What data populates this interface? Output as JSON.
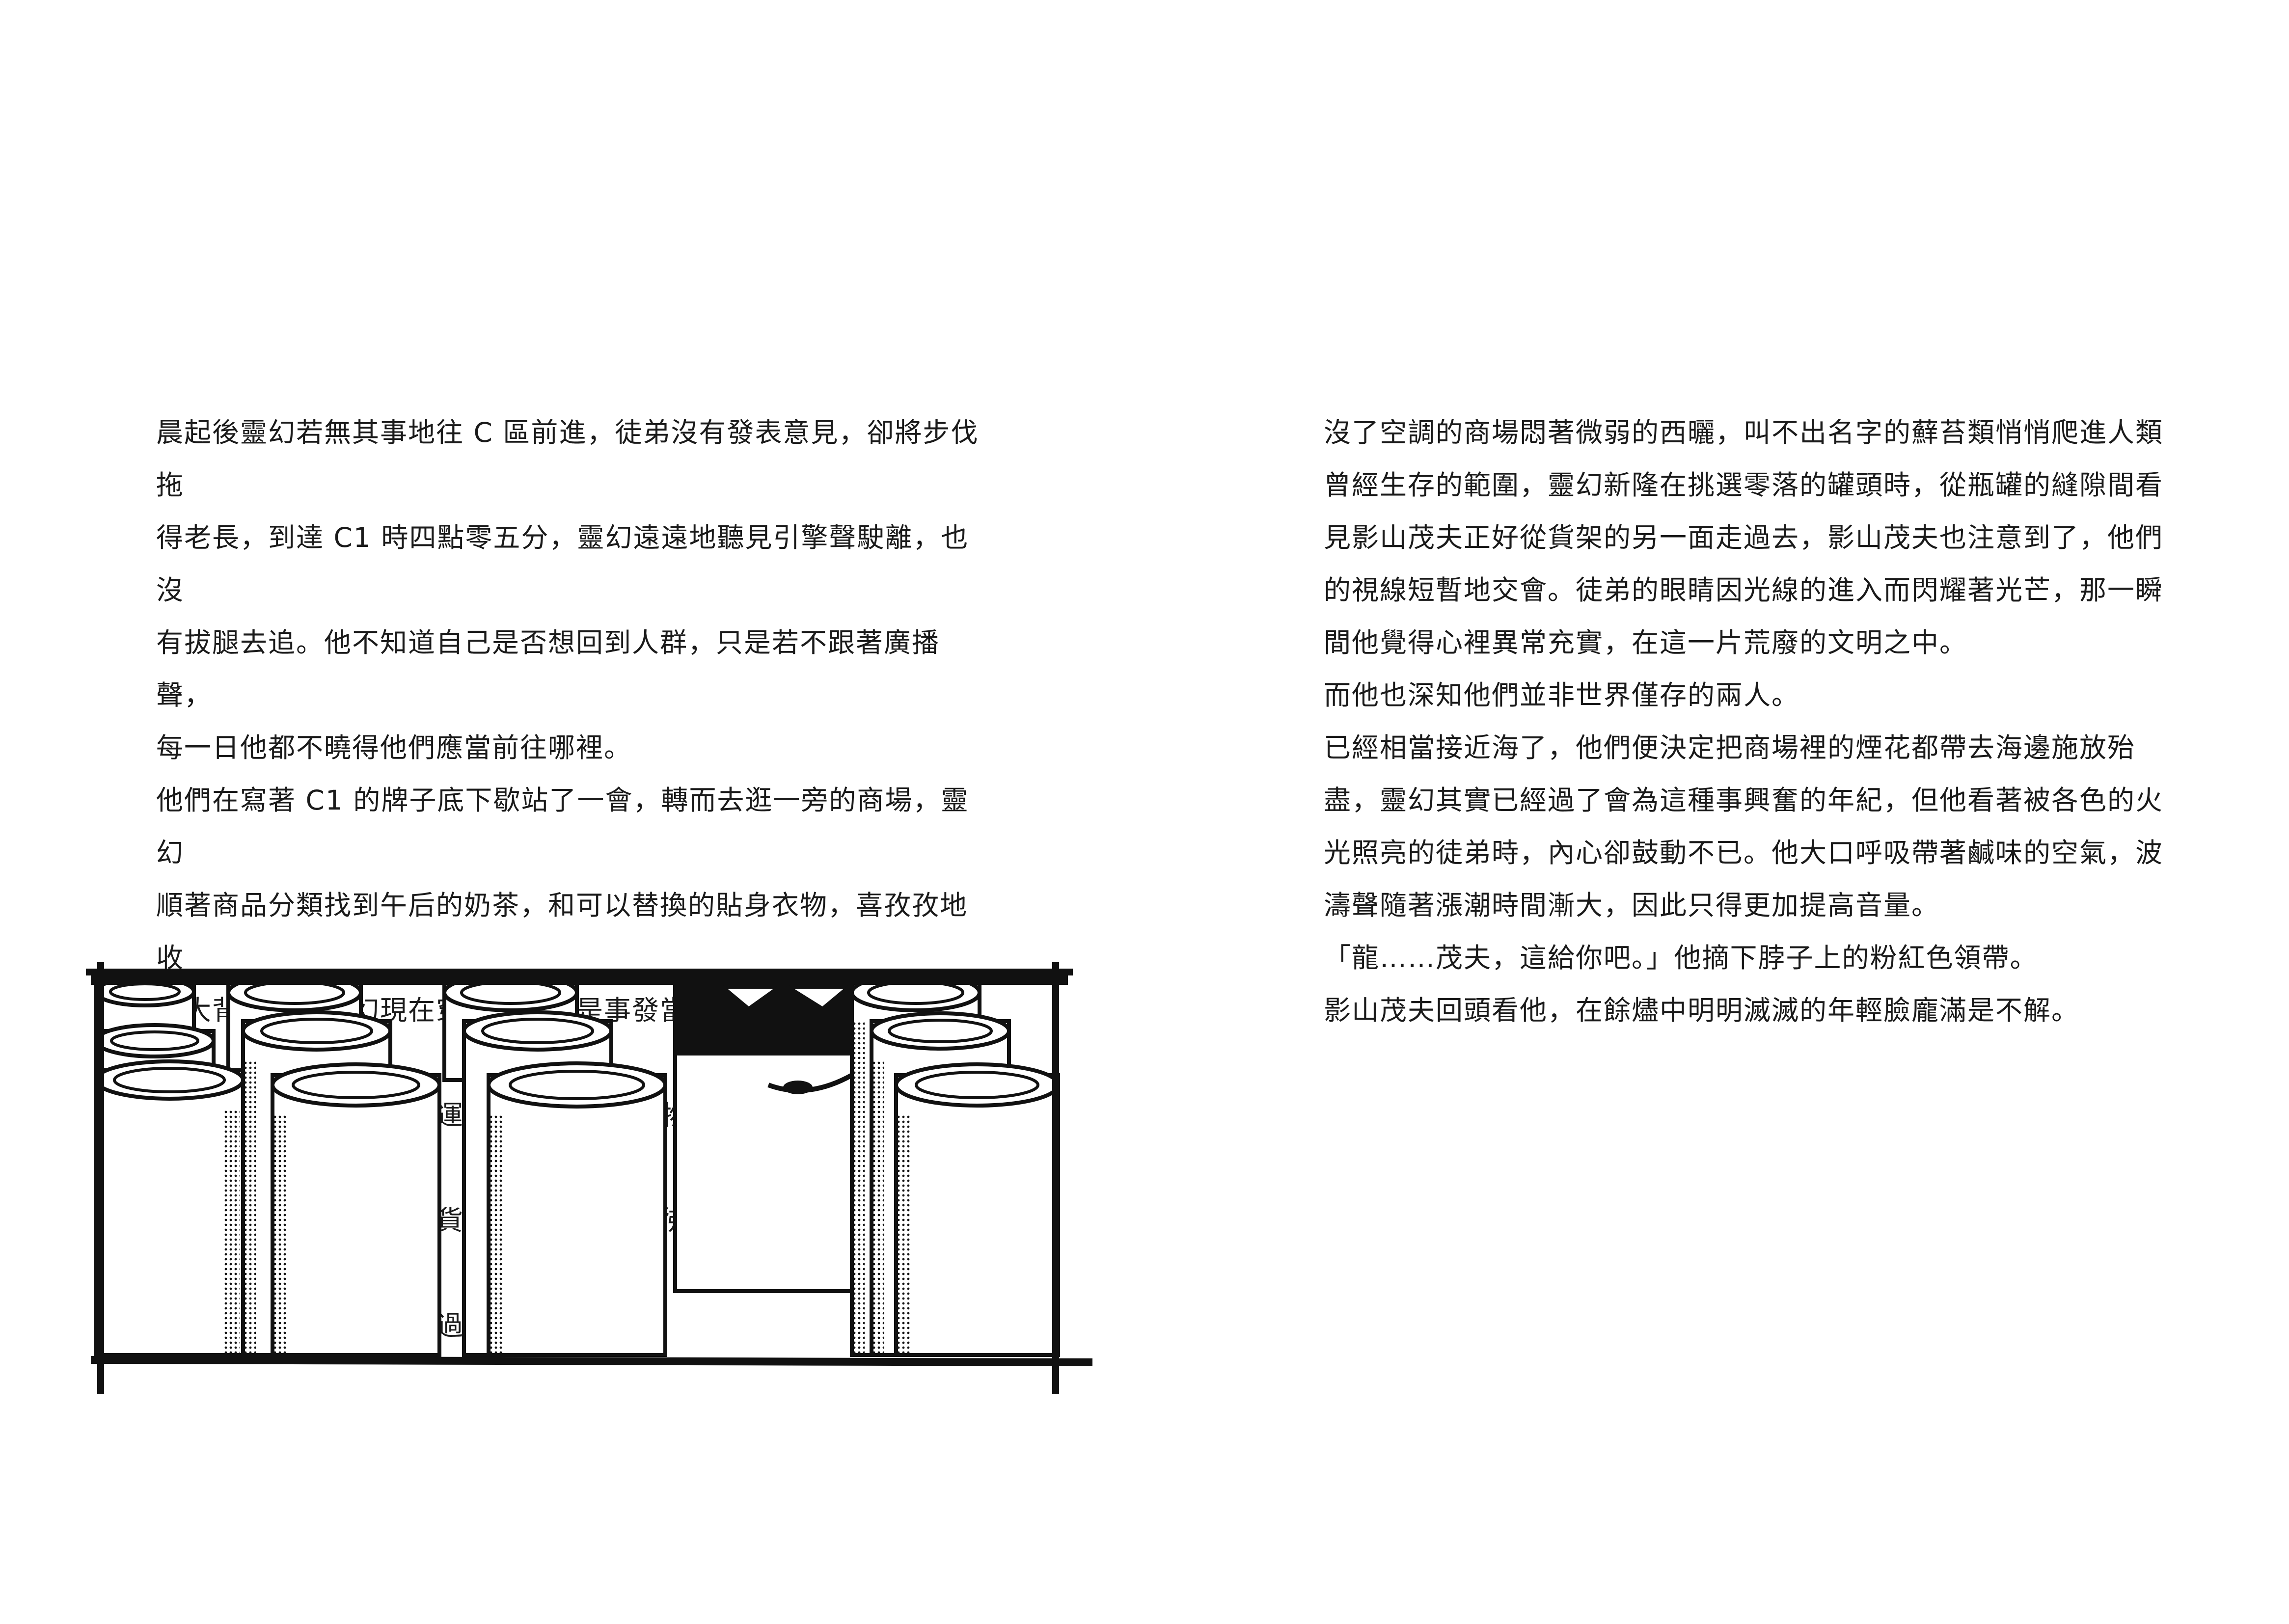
{
  "left_page": {
    "paragraphs": [
      "晨起後靈幻若無其事地往 C 區前進，徒弟沒有發表意見，卻將步伐拖\n得老長，到達 C1 時四點零五分，靈幻遠遠地聽見引擎聲駛離，也沒\n有拔腿去追。他不知道自己是否想回到人群，只是若不跟著廣播聲，\n每一日他都不曉得他們應當前往哪裡。",
      "他們在寫著 C1 的牌子底下歇站了一會，轉而去逛一旁的商場，靈幻\n順著商品分類找到午后的奶茶，和可以替換的貼身衣物，喜孜孜地收\n進大背包裡，靈幻現在穿的已經不是事發當日的灰色西裝，而是在 A\n區商店拿來的襯衫搭上運動外套，貼身衣物還有很多，他便奢侈地只\n換不洗。影山茂夫沿著貨架緩步向前，彷彿今天也只是個一如往常的\n採買日，一排一排地逛過去。"
    ],
    "illustration_icon": "cans-on-shelf-illustration"
  },
  "right_page": {
    "paragraphs": [
      "沒了空調的商場悶著微弱的西曬，叫不出名字的蘚苔類悄悄爬進人類\n曾經生存的範圍，靈幻新隆在挑選零落的罐頭時，從瓶罐的縫隙間看\n見影山茂夫正好從貨架的另一面走過去，影山茂夫也注意到了，他們\n的視線短暫地交會。徒弟的眼睛因光線的進入而閃耀著光芒，那一瞬\n間他覺得心裡異常充實，在這一片荒廢的文明之中。",
      "而他也深知他們並非世界僅存的兩人。",
      "已經相當接近海了，他們便決定把商場裡的煙花都帶去海邊施放殆\n盡，靈幻其實已經過了會為這種事興奮的年紀，但他看著被各色的火\n光照亮的徒弟時，內心卻鼓動不已。他大口呼吸帶著鹹味的空氣，波\n濤聲隨著漲潮時間漸大，因此只得更加提高音量。",
      "「龍……茂夫，這給你吧。」他摘下脖子上的粉紅色領帶。",
      "影山茂夫回頭看他，在餘燼中明明滅滅的年輕臉龐滿是不解。"
    ]
  },
  "colors": {
    "ink": "#111111",
    "paper": "#ffffff",
    "screentone": "#9a9a9a"
  }
}
